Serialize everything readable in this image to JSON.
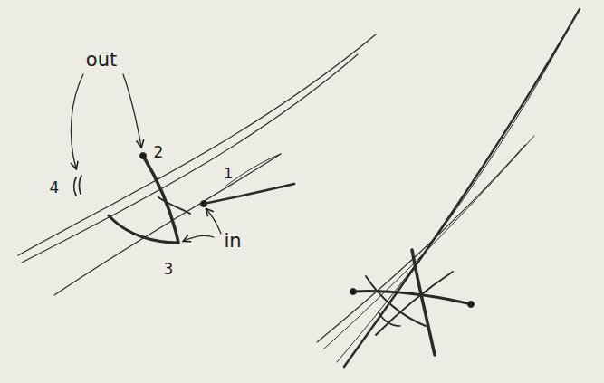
{
  "diagram": {
    "labels": [
      "out",
      "4",
      "2",
      "1",
      "3",
      "in"
    ]
  }
}
